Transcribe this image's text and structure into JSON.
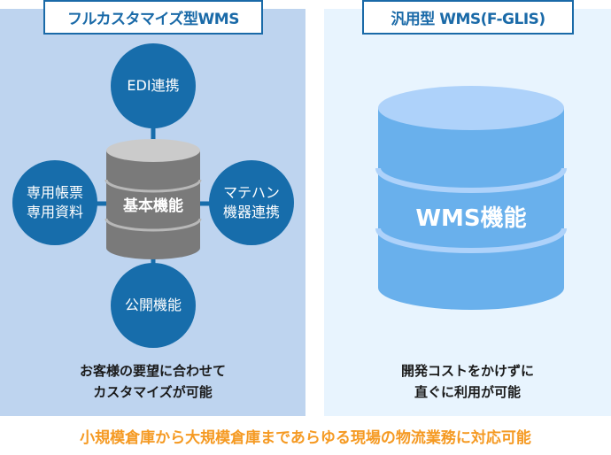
{
  "left_panel": {
    "title": "フルカスタマイズ型WMS",
    "core_label": "基本機能",
    "nodes": [
      {
        "id": "top",
        "lines": [
          "EDI連携"
        ]
      },
      {
        "id": "left",
        "lines": [
          "専用帳票",
          "専用資料"
        ]
      },
      {
        "id": "right",
        "lines": [
          "マテハン",
          "機器連携"
        ]
      },
      {
        "id": "bottom",
        "lines": [
          "公開機能"
        ]
      }
    ],
    "caption": [
      "お客様の要望に合わせて",
      "カスタマイズが可能"
    ]
  },
  "right_panel": {
    "title": "汎用型 WMS(F-GLIS)",
    "core_label": "WMS機能",
    "caption": [
      "開発コストをかけずに",
      "直ぐに利用が可能"
    ]
  },
  "footer": "小規模倉庫から大規模倉庫まであらゆる現場の物流業務に対応可能",
  "colors": {
    "left_bg": "#bed4ef",
    "right_bg": "#e8f4fe",
    "accent_blue": "#1a6aa8",
    "node_blue": "#176dab",
    "gray_cylinder": "#7a7a7a",
    "blue_cylinder": "#69b0ec",
    "footer_orange": "#f59a23"
  }
}
